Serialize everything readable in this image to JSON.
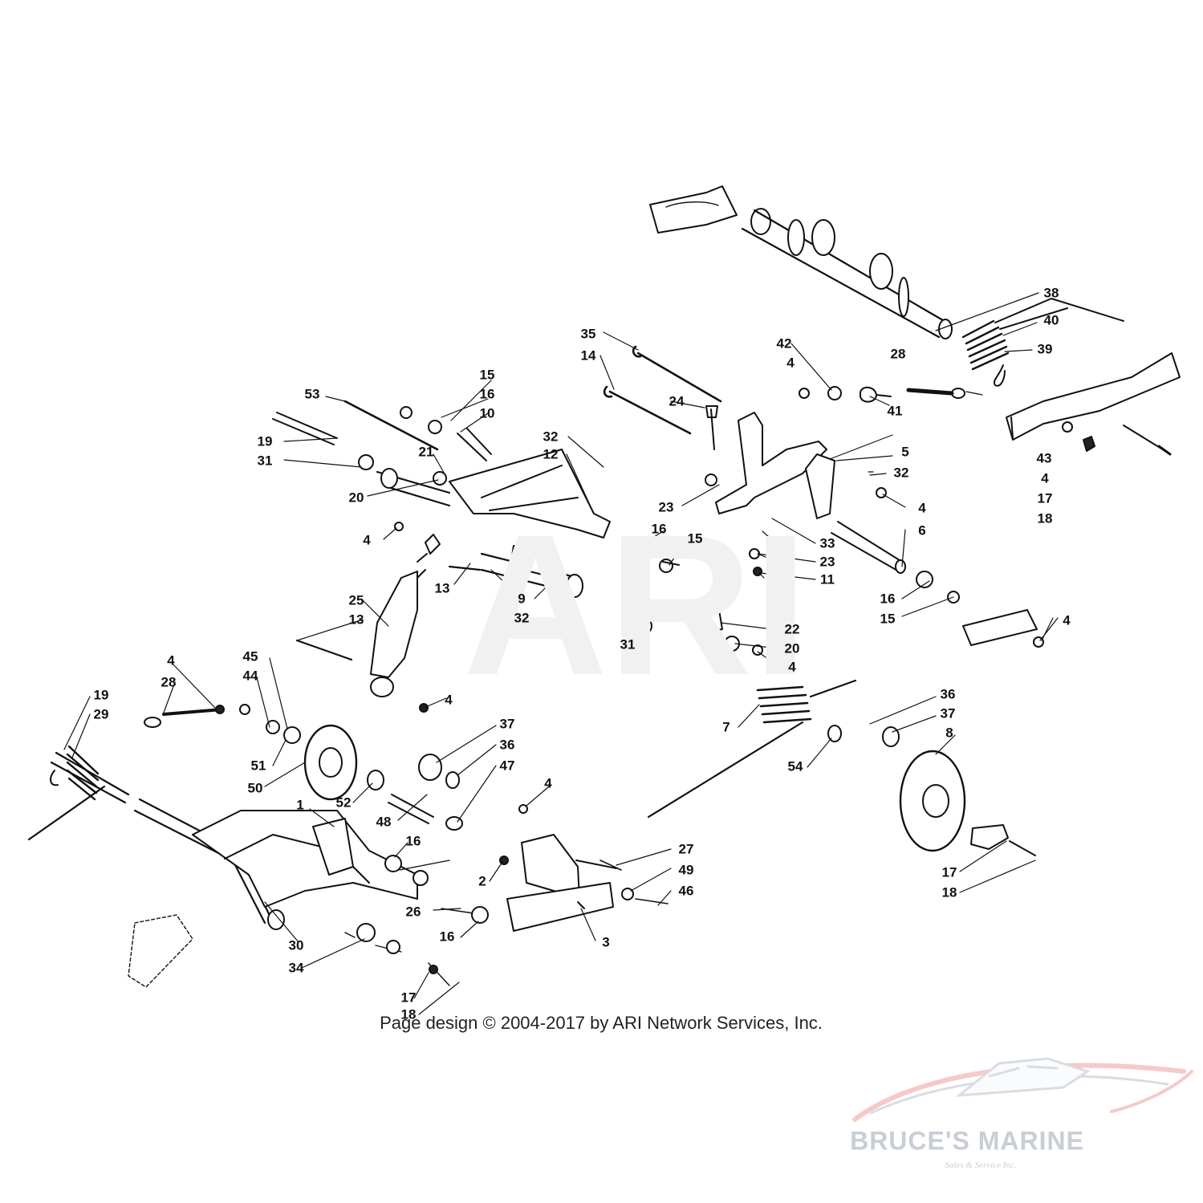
{
  "copyright": "Page design © 2004-2017 by ARI Network Services, Inc.",
  "watermark": "ARI",
  "logo": {
    "name": "BRUCE'S MARINE",
    "tagline": "Sales & Service Inc."
  },
  "callouts": [
    {
      "id": "c38",
      "text": "38"
    },
    {
      "id": "c40",
      "text": "40"
    },
    {
      "id": "c39",
      "text": "39"
    },
    {
      "id": "c35",
      "text": "35"
    },
    {
      "id": "c14a",
      "text": "14"
    },
    {
      "id": "c42",
      "text": "42"
    },
    {
      "id": "c4a",
      "text": "4"
    },
    {
      "id": "c28a",
      "text": "28"
    },
    {
      "id": "c24",
      "text": "24"
    },
    {
      "id": "c41",
      "text": "41"
    },
    {
      "id": "c43",
      "text": "43"
    },
    {
      "id": "c4b",
      "text": "4"
    },
    {
      "id": "c17a",
      "text": "17"
    },
    {
      "id": "c18a",
      "text": "18"
    },
    {
      "id": "c15a",
      "text": "15"
    },
    {
      "id": "c16a",
      "text": "16"
    },
    {
      "id": "c10",
      "text": "10"
    },
    {
      "id": "c53",
      "text": "53"
    },
    {
      "id": "c19a",
      "text": "19"
    },
    {
      "id": "c31a",
      "text": "31"
    },
    {
      "id": "c21",
      "text": "21"
    },
    {
      "id": "c32a",
      "text": "32"
    },
    {
      "id": "c12",
      "text": "12"
    },
    {
      "id": "c5",
      "text": "5"
    },
    {
      "id": "c32b",
      "text": "32"
    },
    {
      "id": "c20a",
      "text": "20"
    },
    {
      "id": "c23a",
      "text": "23"
    },
    {
      "id": "c4c",
      "text": "4"
    },
    {
      "id": "c6",
      "text": "6"
    },
    {
      "id": "c33",
      "text": "33"
    },
    {
      "id": "c23b",
      "text": "23"
    },
    {
      "id": "c11",
      "text": "11"
    },
    {
      "id": "c4d",
      "text": "4"
    },
    {
      "id": "c16b",
      "text": "16"
    },
    {
      "id": "c15b",
      "text": "15"
    },
    {
      "id": "c13a",
      "text": "13"
    },
    {
      "id": "c9",
      "text": "9"
    },
    {
      "id": "c32c",
      "text": "32"
    },
    {
      "id": "c16c",
      "text": "16"
    },
    {
      "id": "c15c",
      "text": "15"
    },
    {
      "id": "c22",
      "text": "22"
    },
    {
      "id": "c20b",
      "text": "20"
    },
    {
      "id": "c4e",
      "text": "4"
    },
    {
      "id": "c4f",
      "text": "4"
    },
    {
      "id": "c25",
      "text": "25"
    },
    {
      "id": "c13b",
      "text": "13"
    },
    {
      "id": "c31b",
      "text": "31"
    },
    {
      "id": "c4g",
      "text": "4"
    },
    {
      "id": "c28b",
      "text": "28"
    },
    {
      "id": "c45",
      "text": "45"
    },
    {
      "id": "c44",
      "text": "44"
    },
    {
      "id": "c19b",
      "text": "19"
    },
    {
      "id": "c29",
      "text": "29"
    },
    {
      "id": "c4h",
      "text": "4"
    },
    {
      "id": "c7",
      "text": "7"
    },
    {
      "id": "c36a",
      "text": "36"
    },
    {
      "id": "c37a",
      "text": "37"
    },
    {
      "id": "c8",
      "text": "8"
    },
    {
      "id": "c37b",
      "text": "37"
    },
    {
      "id": "c36b",
      "text": "36"
    },
    {
      "id": "c47",
      "text": "47"
    },
    {
      "id": "c51",
      "text": "51"
    },
    {
      "id": "c50",
      "text": "50"
    },
    {
      "id": "c52",
      "text": "52"
    },
    {
      "id": "c54",
      "text": "54"
    },
    {
      "id": "c4i",
      "text": "4"
    },
    {
      "id": "c48",
      "text": "48"
    },
    {
      "id": "c1",
      "text": "1"
    },
    {
      "id": "c16d",
      "text": "16"
    },
    {
      "id": "c27",
      "text": "27"
    },
    {
      "id": "c49",
      "text": "49"
    },
    {
      "id": "c46",
      "text": "46"
    },
    {
      "id": "c2",
      "text": "2"
    },
    {
      "id": "c17b",
      "text": "17"
    },
    {
      "id": "c18b",
      "text": "18"
    },
    {
      "id": "c26",
      "text": "26"
    },
    {
      "id": "c16e",
      "text": "16"
    },
    {
      "id": "c3",
      "text": "3"
    },
    {
      "id": "c30",
      "text": "30"
    },
    {
      "id": "c34",
      "text": "34"
    },
    {
      "id": "c17c",
      "text": "17"
    },
    {
      "id": "c18c",
      "text": "18"
    }
  ]
}
